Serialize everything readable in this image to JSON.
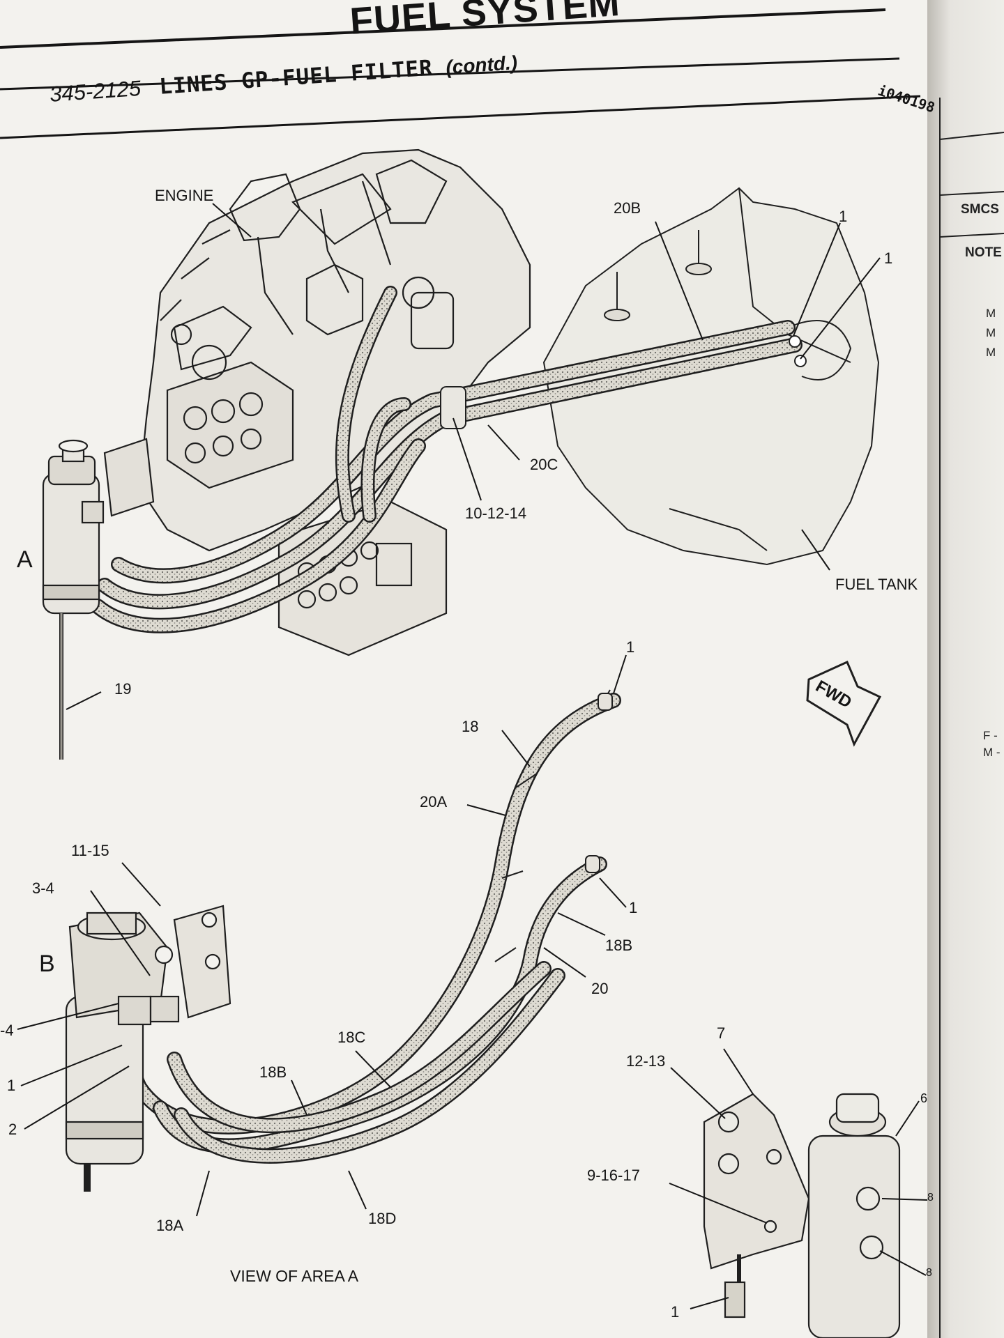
{
  "header": {
    "section_title": "FUEL SYSTEM",
    "part_number": "345-2125",
    "part_name": "LINES GP-FUEL FILTER",
    "contd": "(contd.)",
    "illustration_id": "i040198"
  },
  "callouts": {
    "engine": "ENGINE",
    "fuel_tank": "FUEL TANK",
    "c_20b": "20B",
    "c_1_top_a": "1",
    "c_1_top_b": "1",
    "c_20c": "20C",
    "c_10_12_14": "10-12-14",
    "area_a": "A",
    "c_19": "19",
    "c_1_mid": "1",
    "c_18": "18",
    "c_20a": "20A",
    "fwd": "FWD",
    "c_11_15": "11-15",
    "c_3_4": "3-4",
    "area_b": "B",
    "c_4_left": "-4",
    "c_1_left": "1",
    "c_2_left": "2",
    "c_1_right": "1",
    "c_18b_right": "18B",
    "c_20": "20",
    "c_18c": "18C",
    "c_18b_left": "18B",
    "c_18a": "18A",
    "c_18d": "18D",
    "view_of_area_a": "VIEW OF AREA A",
    "c_7": "7",
    "c_12_13": "12-13",
    "c_6": "6",
    "c_9_16_17": "9-16-17",
    "c_8_top": "8",
    "c_8_bottom": "8",
    "c_1_bottom": "1"
  },
  "side_panel": {
    "smcs": "SMCS",
    "note": "NOTE",
    "m_entries": [
      "M",
      "M",
      "M"
    ],
    "f_entry": "F -",
    "m_entry_bottom": "M -"
  },
  "colors": {
    "paper": "#f3f2ee",
    "ink": "#151515",
    "hose_fill": "#d6d3c9"
  }
}
